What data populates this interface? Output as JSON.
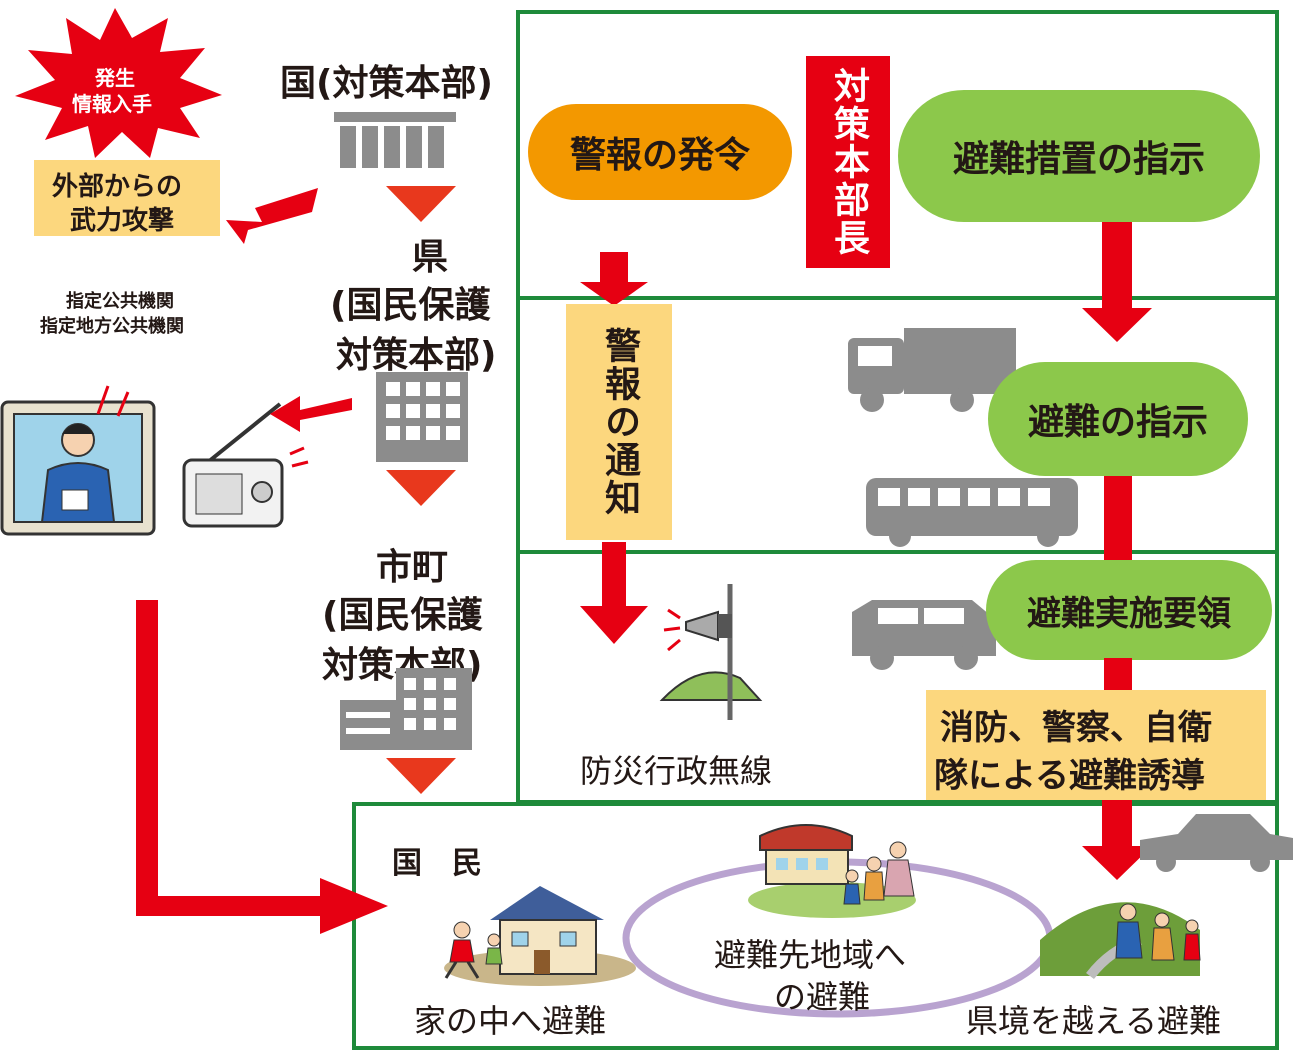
{
  "burst": {
    "line1": "発生",
    "line2": "情報入手"
  },
  "attack_label": {
    "line1": "外部からの",
    "line2": "武力攻撃"
  },
  "designated": {
    "line1": "指定公共機関",
    "line2": "指定地方公共機関"
  },
  "national": {
    "label": "国(対策本部)"
  },
  "prefecture": {
    "line1": "県",
    "line2": "(国民保護",
    "line3": "対策本部)"
  },
  "municipality": {
    "line1": "市町",
    "line2": "(国民保護",
    "line3": "対策本部)"
  },
  "warning_issue": "警報の発令",
  "chief": "対策本部長",
  "evac_measures": "避難措置の指示",
  "warning_notice": "警報の通知",
  "evac_instruction": "避難の指示",
  "evac_guideline": "避難実施要領",
  "guidance": {
    "line1": "消防、警察、自衛",
    "line2": "隊による避難誘導"
  },
  "radio_system": "防災行政無線",
  "citizens": "国　民",
  "shelter_home": "家の中へ避難",
  "evac_area": {
    "line1": "避難先地域へ",
    "line2": "の避難"
  },
  "evac_cross": "県境を越える避難",
  "colors": {
    "red": "#e60012",
    "green_pill": "#8cc84b",
    "orange_pill": "#f39800",
    "yellow_box": "#fcd77e",
    "frame_green": "#1e8a3a",
    "gray": "#8c8c8c",
    "lavender": "#b9a3d0"
  }
}
